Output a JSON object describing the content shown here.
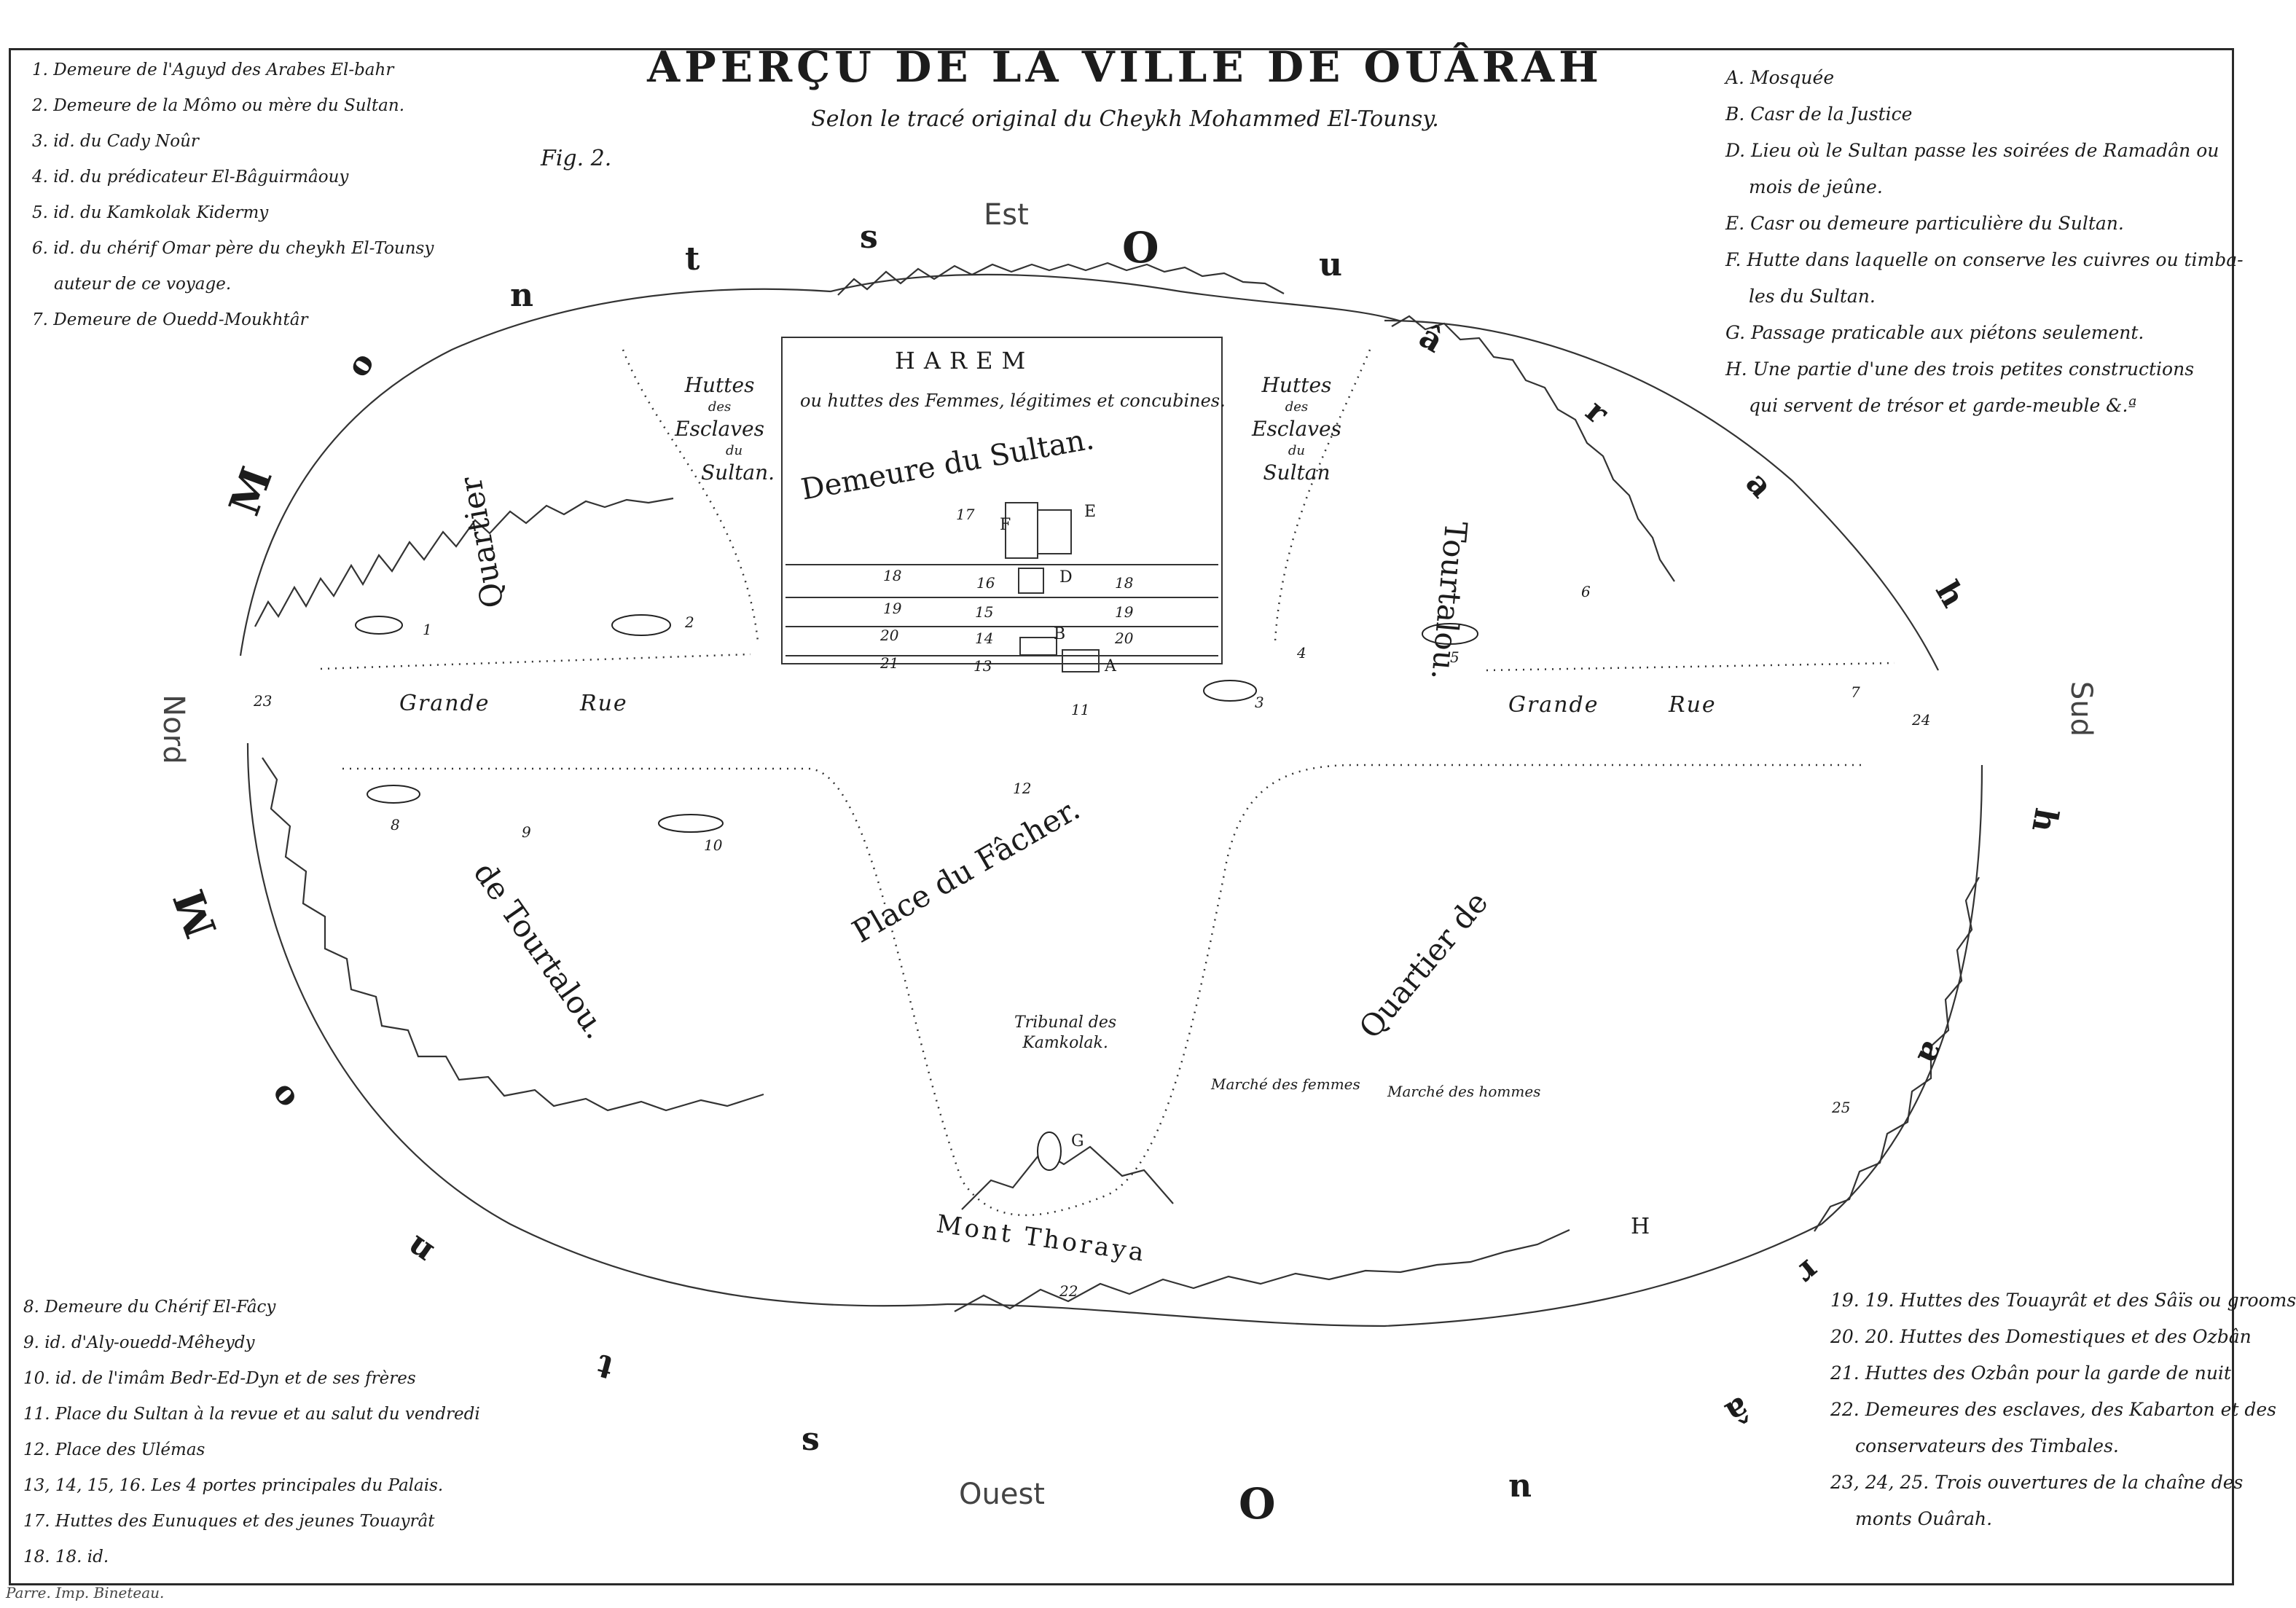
{
  "title": "APERÇU DE LA VILLE DE OUÂRAH",
  "subtitle": "Selon le tracé original du Cheykh Mohammed El-Tounsy.",
  "figure_label": "Fig. 2.",
  "legend_top_left": [
    "1. Demeure de l'Aguyd des Arabes El-bahr",
    "2. Demeure de la Mômo ou mère du Sultan.",
    "3.    id.    du Cady Noûr",
    "4.    id.    du prédicateur El-Bâguirmâouy",
    "5.    id.    du Kamkolak Kidermy",
    "6.    id.    du chérif Omar père du cheykh El-Tounsy",
    "auteur de ce voyage.",
    "7. Demeure de Ouedd-Moukhtâr"
  ],
  "legend_top_right": [
    "A. Mosquée",
    "B. Casr de la Justice",
    "D. Lieu où le Sultan passe les soirées de Ramadân ou",
    "mois de jeûne.",
    "E. Casr ou demeure particulière du Sultan.",
    "F. Hutte dans laquelle on conserve les cuivres ou timba-",
    "les du Sultan.",
    "G. Passage praticable aux piétons seulement.",
    "H. Une partie d'une des trois petites constructions",
    "qui servent de trésor et garde-meuble &.ª"
  ],
  "legend_bottom_left": [
    "8. Demeure du Chérif El-Fâcy",
    "9.    id.    d'Aly-ouedd-Mêheydy",
    "10.    id.    de l'imâm Bedr-Ed-Dyn et de ses frères",
    "11. Place du Sultan à la revue et au salut du vendredi",
    "12. Place des Ulémas",
    "13, 14, 15, 16. Les 4 portes principales du Palais.",
    "17. Huttes des Eunuques et des jeunes Touayrât",
    "18. 18.    id."
  ],
  "legend_bottom_right": [
    "19. 19. Huttes des Touayrât et des Sâïs ou grooms",
    "20. 20. Huttes des Domestiques et des Ozbân",
    "21. Huttes des Ozbân pour la garde de nuit",
    "22. Demeures des esclaves, des Kabarton et des",
    "conservateurs des Timbales.",
    "23, 24, 25. Trois ouvertures de la chaîne des",
    "monts Ouârah."
  ],
  "directions": {
    "north": "Nord",
    "south": "Sud",
    "east": "Est",
    "west": "Ouest"
  },
  "mountain_letters": [
    "M",
    "o",
    "n",
    "t",
    "s",
    "O",
    "u",
    "â",
    "r",
    "a",
    "h",
    "M",
    "o",
    "n",
    "t",
    "s",
    "O",
    "u",
    "â",
    "r",
    "a",
    "h"
  ],
  "harem": {
    "title": "HAREM",
    "subtitle": "ou huttes des Femmes, légitimes et concubines.",
    "residence": "Demeure du Sultan."
  },
  "areas": {
    "slaves_left": [
      "Huttes",
      "des",
      "Esclaves",
      "du",
      "Sultan."
    ],
    "slaves_right": [
      "Huttes",
      "des",
      "Esclaves",
      "du",
      "Sultan"
    ],
    "quartier_left": "Quartier",
    "tourtalou_right": "Tourtalou.",
    "grande_rue": [
      "Grande",
      "Rue",
      "Grande",
      "Rue"
    ],
    "de_tourtalou": "de Tourtalou.",
    "place": "Place du Fâcher.",
    "quartier_right": "Quartier de",
    "tribunal": [
      "Tribunal des",
      "Kamkolak."
    ],
    "marche_femmes": "Marché des femmes",
    "marche_hommes": "Marché des hommes",
    "mont": "Mont Thoraya"
  },
  "markers": [
    "1",
    "2",
    "3",
    "4",
    "5",
    "6",
    "7",
    "8",
    "9",
    "10",
    "11",
    "12",
    "22",
    "23",
    "24",
    "25",
    "A",
    "B",
    "D",
    "E",
    "F",
    "G",
    "H",
    "17"
  ],
  "gate_numbers": {
    "left": [
      "18",
      "19",
      "20",
      "21"
    ],
    "mid": [
      "16",
      "15",
      "14",
      "13"
    ],
    "right": [
      "18",
      "19",
      "20"
    ]
  },
  "printer": "Parre. Imp. Bineteau."
}
